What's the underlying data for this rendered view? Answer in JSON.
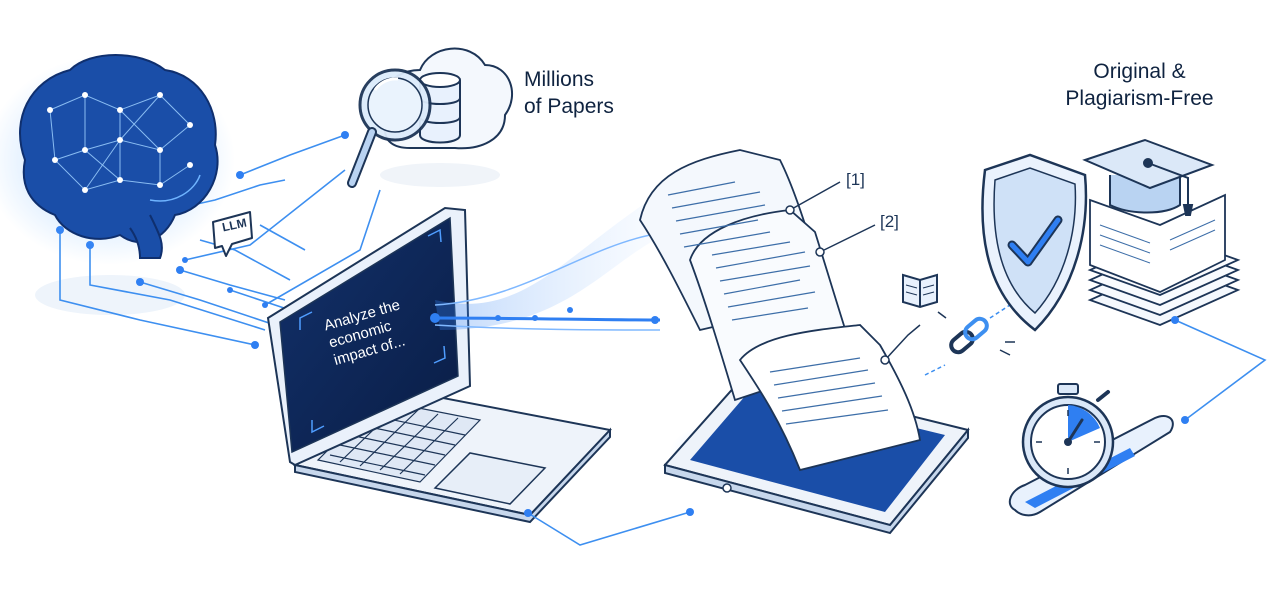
{
  "labels": {
    "papers_line1": "Millions",
    "papers_line2": "of Papers",
    "original_line1": "Original &",
    "original_line2": "Plagiarism-Free"
  },
  "citations": {
    "c1": "[1]",
    "c2": "[2]"
  },
  "laptop_screen": {
    "line1": "Analyze the",
    "line2": "economic",
    "line3": "impact of..."
  },
  "llm_badge": "LLM",
  "colors": {
    "accent": "#2f7ff2",
    "glow": "#6fb4ff",
    "ink": "#1d3557",
    "screen": "#0f2a5c",
    "fill_light": "#e8f1fd"
  },
  "icons": [
    "brain-icon",
    "magnifier-icon",
    "database-icon",
    "cloud-icon",
    "chat-bubble-icon",
    "laptop-icon",
    "tablet-icon",
    "document-icon",
    "book-icon",
    "link-icon",
    "shield-check-icon",
    "graduation-cap-icon",
    "stopwatch-icon",
    "progress-bar-icon"
  ]
}
